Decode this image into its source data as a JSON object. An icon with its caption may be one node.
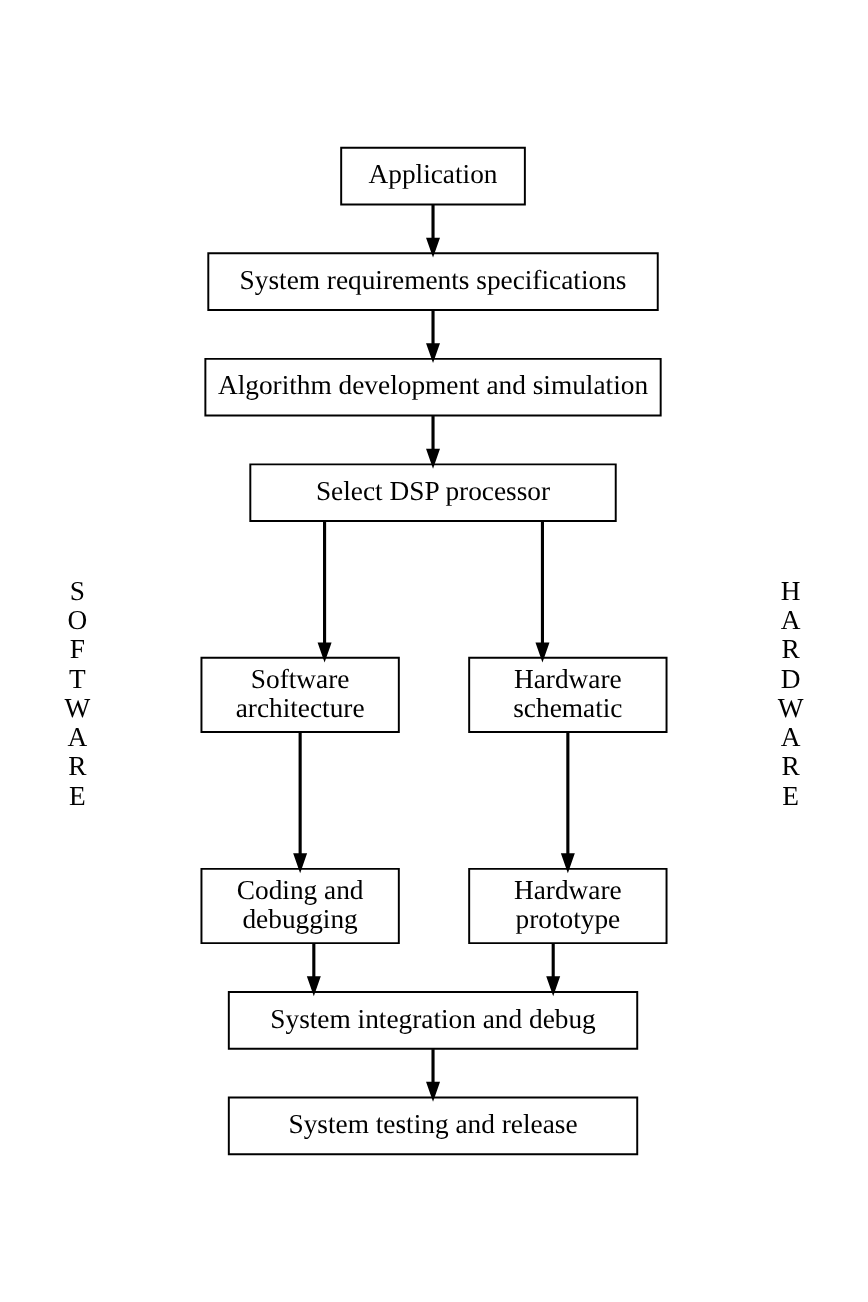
{
  "diagram": {
    "nodes": [
      {
        "text": [
          "Application"
        ]
      },
      {
        "text": [
          "System requirements specifications"
        ]
      },
      {
        "text": [
          "Algorithm development and simulation"
        ]
      },
      {
        "text": [
          "Select DSP processor"
        ]
      },
      {
        "text": [
          "Software architecture"
        ]
      },
      {
        "text": [
          "Hardware schematic"
        ]
      },
      {
        "text": [
          "Coding and debugging"
        ]
      },
      {
        "text": [
          "Hardware prototype"
        ]
      },
      {
        "text": [
          "System integration and debug"
        ]
      },
      {
        "text": [
          "System testing and release"
        ]
      }
    ],
    "edges": [
      {
        "from": 0,
        "to": 1,
        "arrow": "to"
      },
      {
        "from": 1,
        "to": 2,
        "arrow": "to"
      },
      {
        "from": 2,
        "to": 3,
        "arrow": "to"
      },
      {
        "from": 3,
        "to": 4,
        "arrow": "to"
      },
      {
        "from": 3,
        "to": 5,
        "arrow": "to"
      },
      {
        "from": 4,
        "to": 6,
        "arrow": "to"
      },
      {
        "from": 5,
        "to": 7,
        "arrow": "to"
      },
      {
        "from": 6,
        "to": 8,
        "arrow": "to"
      },
      {
        "from": 7,
        "to": 8,
        "arrow": "to"
      },
      {
        "from": 8,
        "to": 9,
        "arrow": "to"
      }
    ],
    "labels": [
      "SOFTWARE",
      "HARDWARE"
    ]
  }
}
